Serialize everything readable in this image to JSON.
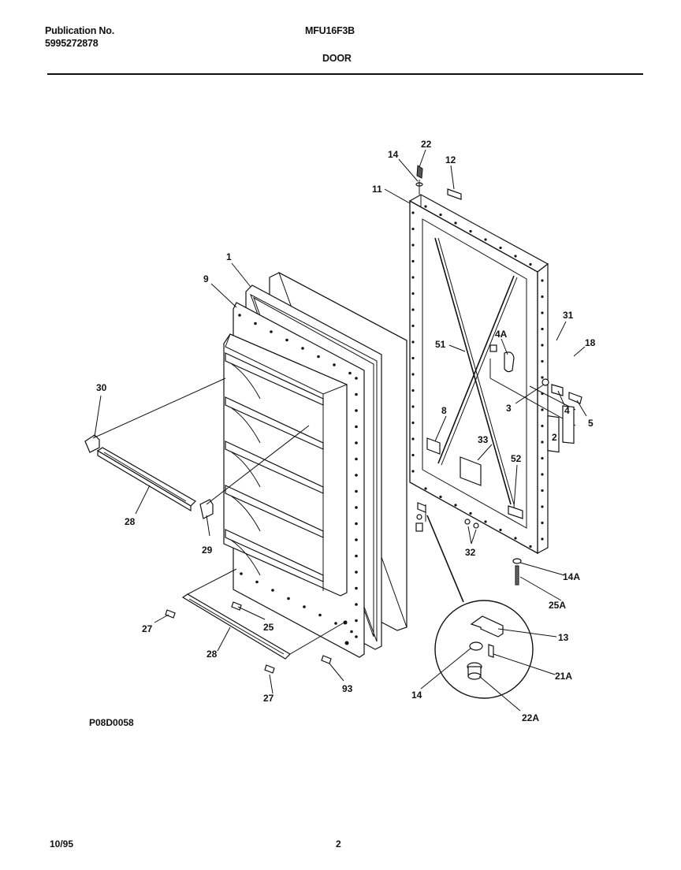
{
  "header": {
    "publication_label": "Publication No.",
    "publication_number": "5995272878",
    "model": "MFU16F3B",
    "section": "DOOR"
  },
  "diagram": {
    "code": "P08D0058",
    "callouts": [
      {
        "id": "c22",
        "label": "22"
      },
      {
        "id": "c14",
        "label": "14"
      },
      {
        "id": "c12",
        "label": "12"
      },
      {
        "id": "c11",
        "label": "11"
      },
      {
        "id": "c1",
        "label": "1"
      },
      {
        "id": "c9",
        "label": "9"
      },
      {
        "id": "c31",
        "label": "31"
      },
      {
        "id": "c18",
        "label": "18"
      },
      {
        "id": "c51",
        "label": "51"
      },
      {
        "id": "c4A",
        "label": "4A"
      },
      {
        "id": "c30",
        "label": "30"
      },
      {
        "id": "c3",
        "label": "3"
      },
      {
        "id": "c4",
        "label": "4"
      },
      {
        "id": "c5",
        "label": "5"
      },
      {
        "id": "c8",
        "label": "8"
      },
      {
        "id": "c2",
        "label": "2"
      },
      {
        "id": "c33",
        "label": "33"
      },
      {
        "id": "c52",
        "label": "52"
      },
      {
        "id": "c28a",
        "label": "28"
      },
      {
        "id": "c29",
        "label": "29"
      },
      {
        "id": "c32",
        "label": "32"
      },
      {
        "id": "c14A",
        "label": "14A"
      },
      {
        "id": "c25A",
        "label": "25A"
      },
      {
        "id": "c27a",
        "label": "27"
      },
      {
        "id": "c25",
        "label": "25"
      },
      {
        "id": "c13",
        "label": "13"
      },
      {
        "id": "c28b",
        "label": "28"
      },
      {
        "id": "c21A",
        "label": "21A"
      },
      {
        "id": "c14b",
        "label": "14"
      },
      {
        "id": "c93",
        "label": "93"
      },
      {
        "id": "c27b",
        "label": "27"
      },
      {
        "id": "c22A",
        "label": "22A"
      }
    ]
  },
  "footer": {
    "date": "10/95",
    "page": "2"
  }
}
